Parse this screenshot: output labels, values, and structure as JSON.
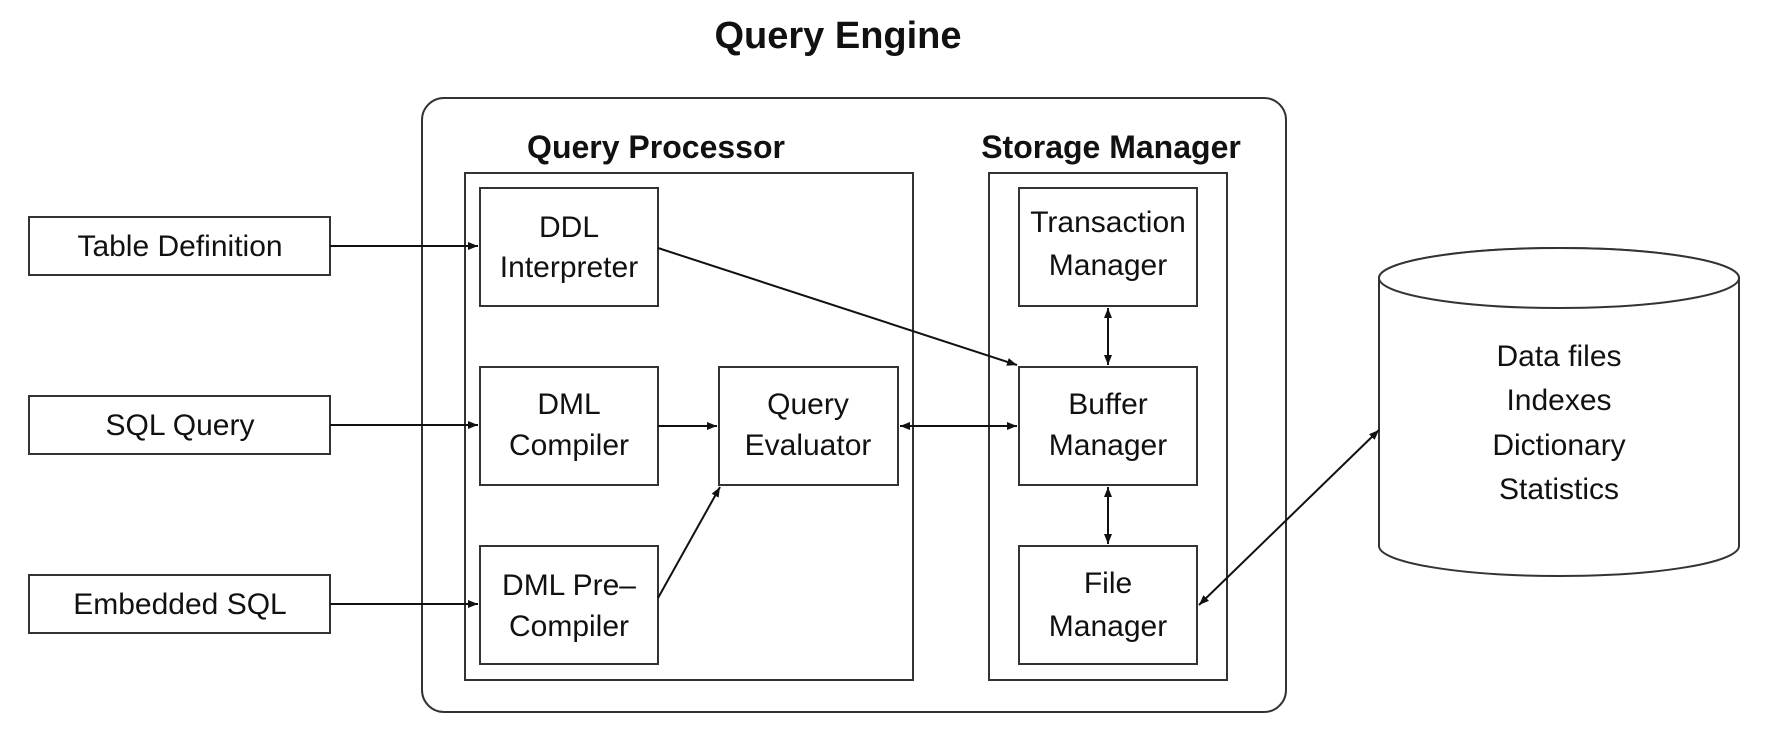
{
  "title": "Query Engine",
  "query_processor": {
    "title": "Query Processor",
    "ddl_interpreter": [
      "DDL",
      "Interpreter"
    ],
    "dml_compiler": [
      "DML",
      "Compiler"
    ],
    "dml_precompiler": [
      "DML Pre–",
      "Compiler"
    ],
    "query_evaluator": [
      "Query",
      "Evaluator"
    ]
  },
  "storage_manager": {
    "title": "Storage Manager",
    "transaction_manager": [
      "Transaction",
      "Manager"
    ],
    "buffer_manager": [
      "Buffer",
      "Manager"
    ],
    "file_manager": [
      "File",
      "Manager"
    ]
  },
  "inputs": {
    "table_definition": "Table Definition",
    "sql_query": "SQL Query",
    "embedded_sql": "Embedded SQL"
  },
  "database": {
    "lines": [
      "Data files",
      "Indexes",
      "Dictionary",
      "Statistics"
    ]
  }
}
